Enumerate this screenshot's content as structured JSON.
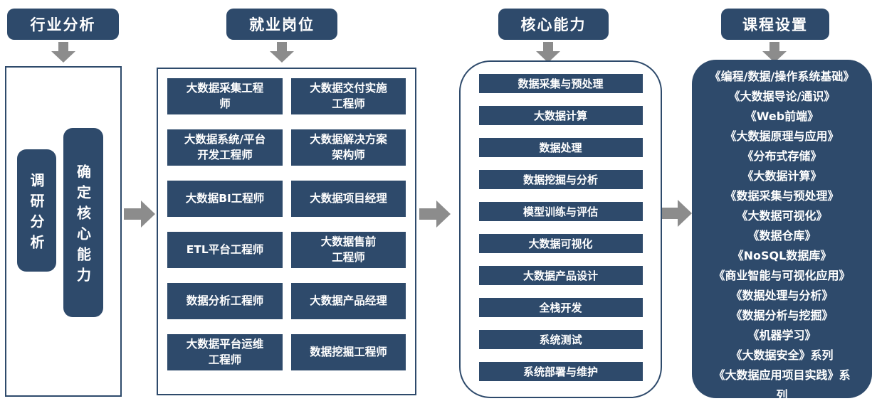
{
  "theme": {
    "navy": "#2E4A6B",
    "arrow_gray": "#8C8C8C",
    "panel_bg": "#FFFFFF",
    "text_white": "#FFFFFF"
  },
  "columns": [
    {
      "header": "行业分析",
      "items": [
        "调研分析",
        "确定核心能力"
      ]
    },
    {
      "header": "就业岗位",
      "left_jobs": [
        "大数据采集工程\n师",
        "大数据系统/平台\n开发工程师",
        "大数据BI工程师",
        "ETL平台工程师",
        "数据分析工程师",
        "大数据平台运维\n工程师"
      ],
      "right_jobs": [
        "大数据交付实施\n工程师",
        "大数据解决方案\n架构师",
        "大数据项目经理",
        "大数据售前\n工程师",
        "大数据产品经理",
        "数据挖掘工程师"
      ]
    },
    {
      "header": "核心能力",
      "abilities": [
        "数据采集与预处理",
        "大数据计算",
        "数据处理",
        "数据挖掘与分析",
        "模型训练与评估",
        "大数据可视化",
        "大数据产品设计",
        "全栈开发",
        "系统测试",
        "系统部署与维护"
      ]
    },
    {
      "header": "课程设置",
      "courses": [
        "《编程/数据/操作系统基础》",
        "《大数据导论/通识》",
        "《Web前端》",
        "《大数据原理与应用》",
        "《分布式存储》",
        "《大数据计算》",
        "《数据采集与预处理》",
        "《大数据可视化》",
        "《数据仓库》",
        "《NoSQL数据库》",
        "《商业智能与可视化应用》",
        "《数据处理与分析》",
        "《数据分析与挖掘》",
        "《机器学习》",
        "《大数据安全》系列",
        "《大数据应用项目实践》系\n列"
      ]
    }
  ]
}
